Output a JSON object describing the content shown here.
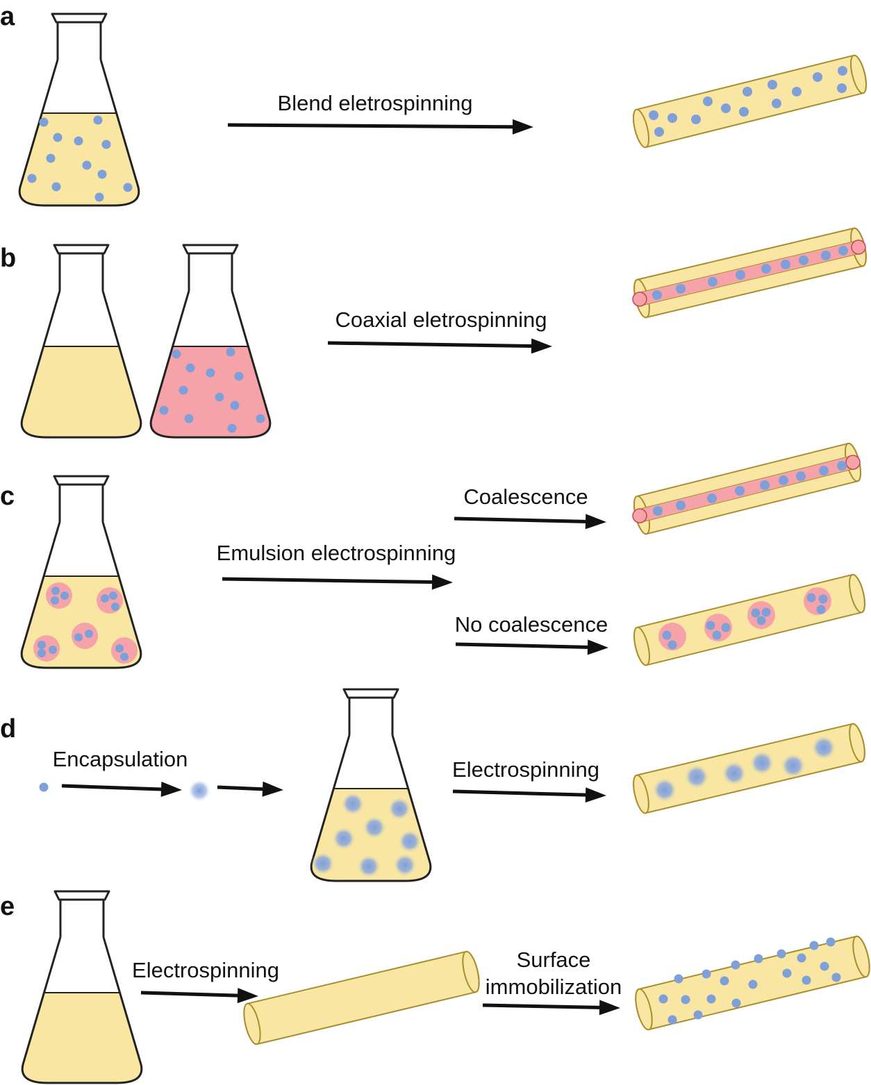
{
  "colors": {
    "yellow": "#f8e6a2",
    "pink": "#f5a3a8",
    "blue": "#7f9fd9",
    "outline": "#222222",
    "tube_outline": "#a88e2e"
  },
  "panels": {
    "a": {
      "letter": "a",
      "arrow_label": "Blend eletrospinning"
    },
    "b": {
      "letter": "b",
      "arrow_label": "Coaxial eletrospinning"
    },
    "c": {
      "letter": "c",
      "main_label": "Emulsion electrospinning",
      "branch1_label": "Coalescence",
      "branch2_label": "No coalescence"
    },
    "d": {
      "letter": "d",
      "label1": "Encapsulation",
      "label2": "Electrospinning"
    },
    "e": {
      "letter": "e",
      "label1": "Electrospinning",
      "label2_line1": "Surface",
      "label2_line2": "immobilization"
    }
  }
}
